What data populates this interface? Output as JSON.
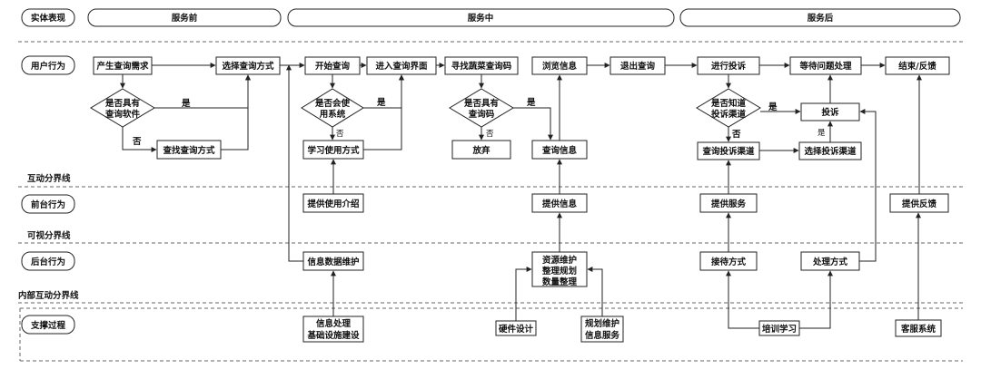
{
  "lanes": {
    "physical": "实体表现",
    "user": "用户行为",
    "front": "前台行为",
    "back": "后台行为",
    "support": "支撑过程"
  },
  "stages": {
    "before": "服务前",
    "during": "服务中",
    "after": "服务后"
  },
  "lines": {
    "interaction": "互动分界线",
    "visibility": "可视分界线",
    "internal": "内部互动分界线"
  },
  "nodes": {
    "need": "产生查询需求",
    "has_app_1": "是否具有",
    "has_app_2": "查询软件",
    "choose_method": "选择查询方式",
    "find_method": "查找查询方式",
    "start_query": "开始查询",
    "can_use_1": "是否会使",
    "can_use_2": "用系统",
    "learn": "学习使用方式",
    "enter_ui": "进入查询界面",
    "find_code": "寻找蔬菜查询码",
    "has_code_1": "是否具有",
    "has_code_2": "查询码",
    "give_up": "放弃",
    "browse": "浏览信息",
    "query_info": "查询信息",
    "exit": "退出查询",
    "complain": "进行投诉",
    "know_channel_1": "是否知道",
    "know_channel_2": "投诉渠道",
    "find_channel": "查询投诉渠道",
    "wait": "等待问题处理",
    "complaint": "投诉",
    "choose_channel": "选择投诉渠道",
    "end": "结束/反馈",
    "provide_intro": "提供使用介绍",
    "provide_info": "提供信息",
    "provide_service": "提供服务",
    "provide_feedback": "提供反馈",
    "maintain": "信息数据维护",
    "res_1": "资源维护",
    "res_2": "整理规划",
    "res_3": "数量整理",
    "reception": "接待方式",
    "handling": "处理方式",
    "proc_1": "信息处理",
    "proc_2": "基础设施建设",
    "hardware": "硬件设计",
    "plan_1": "规划维护",
    "plan_2": "信息服务",
    "training": "培训学习",
    "cs": "客服系统"
  },
  "yes": "是",
  "no": "否"
}
